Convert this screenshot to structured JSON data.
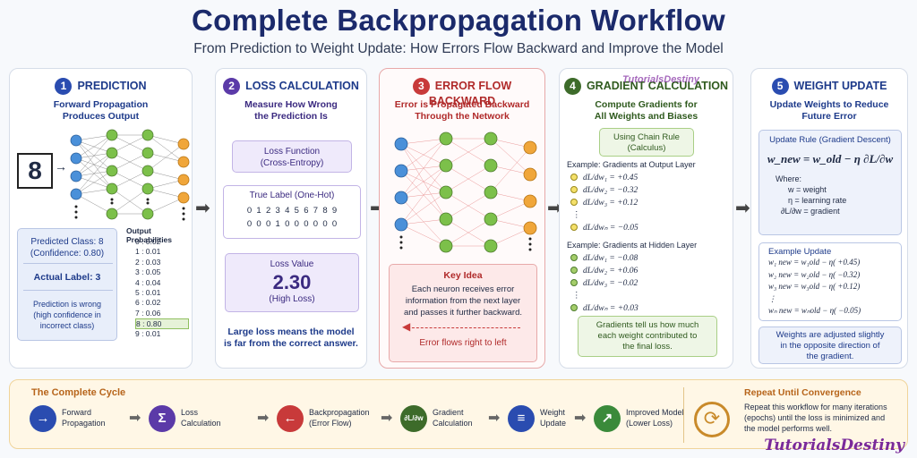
{
  "header": {
    "title": "Complete Backpropagation Workflow",
    "subtitle": "From Prediction to Weight Update: How Errors Flow Backward and Improve the Model"
  },
  "card1": {
    "num": "1",
    "title": "PREDICTION",
    "subtitle_line1": "Forward Propagation",
    "subtitle_line2": "Produces Output",
    "input_digit": "8",
    "output_title": "Output Probabilities",
    "outputs": [
      "0 : 0.02",
      "1 : 0.01",
      "2 : 0.03",
      "3 : 0.05",
      "4 : 0.04",
      "5 : 0.01",
      "6 : 0.02",
      "7 : 0.06",
      "8 : 0.80",
      "9 : 0.01"
    ],
    "predicted_line1": "Predicted Class: 8",
    "predicted_line2": "(Confidence: 0.80)",
    "actual": "Actual Label: 3",
    "wrong_line1": "Prediction is wrong",
    "wrong_line2": "(high confidence in",
    "wrong_line3": "incorrect class)"
  },
  "card2": {
    "num": "2",
    "title": "LOSS CALCULATION",
    "subtitle_line1": "Measure How Wrong",
    "subtitle_line2": "the Prediction Is",
    "loss_fn_line1": "Loss Function",
    "loss_fn_line2": "(Cross-Entropy)",
    "true_label_title": "True Label (One-Hot)",
    "digits": "0  1  2  3  4  5  6  7  8  9",
    "onehot": "0  0  0  1  0  0  0  0  0  0",
    "loss_value_title": "Loss Value",
    "loss_value": "2.30",
    "loss_note": "(High Loss)",
    "footer_line1": "Large loss means the model",
    "footer_line2": "is far from the correct answer."
  },
  "card3": {
    "num": "3",
    "title": "ERROR FLOW BACKWARD",
    "subtitle_line1": "Error is Propagated Backward",
    "subtitle_line2": "Through the Network",
    "key_title": "Key Idea",
    "key_line1": "Each neuron receives error",
    "key_line2": "information from the next layer",
    "key_line3": "and passes it further backward.",
    "flow_label": "Error flows right to left"
  },
  "card4": {
    "num": "4",
    "title": "GRADIENT CALCULATION",
    "watermark": "TutorialsDestiny",
    "subtitle_line1": "Compute Gradients for",
    "subtitle_line2": "All Weights and Biases",
    "rule_line1": "Using Chain Rule",
    "rule_line2": "(Calculus)",
    "out_title": "Example: Gradients at Output Layer",
    "out_rows": [
      "dL/dw₁ = +0.45",
      "dL/dw₂ = −0.32",
      "dL/dw₃ = +0.12",
      "⋮",
      "dL/dwₙ = −0.05"
    ],
    "hid_title": "Example: Gradients at Hidden Layer",
    "hid_rows": [
      "dL/dw₁ = −0.08",
      "dL/dw₂ = +0.06",
      "dL/dw₃ = −0.02",
      "⋮",
      "dL/dwₙ = +0.03"
    ],
    "footer_line1": "Gradients tell us how much",
    "footer_line2": "each weight contributed to",
    "footer_line3": "the final loss."
  },
  "card5": {
    "num": "5",
    "title": "WEIGHT UPDATE",
    "subtitle_line1": "Update Weights to Reduce",
    "subtitle_line2": "Future Error",
    "rule_title": "Update Rule (Gradient Descent)",
    "formula": "w_new = w_old − η ∂L/∂w",
    "where": "Where:",
    "w_def": "w  = weight",
    "eta_def": "η  = learning rate",
    "grad_def": "∂L/∂w  = gradient",
    "ex_title": "Example Update",
    "ex_rows": [
      "w₁ new = w₁old − η( +0.45)",
      "w₂ new = w₂old − η( −0.32)",
      "w₃ new = w₃old − η( +0.12)",
      "⋮",
      "wₙ new = wₙold − η( −0.05)"
    ],
    "footer_line1": "Weights are adjusted slightly",
    "footer_line2": "in the opposite direction of",
    "footer_line3": "the gradient."
  },
  "cycle": {
    "title": "The Complete Cycle",
    "steps": [
      {
        "l1": "Forward",
        "l2": "Propagation",
        "glyph": "→",
        "color": "#2a4cb0"
      },
      {
        "l1": "Loss",
        "l2": "Calculation",
        "glyph": "Σ",
        "color": "#5b3aa8"
      },
      {
        "l1": "Backpropagation",
        "l2": "(Error Flow)",
        "glyph": "←",
        "color": "#c83a3a"
      },
      {
        "l1": "Gradient",
        "l2": "Calculation",
        "glyph": "∂L/∂w",
        "color": "#3d6b2a"
      },
      {
        "l1": "Weight",
        "l2": "Update",
        "glyph": "≡",
        "color": "#2a4cb0"
      },
      {
        "l1": "Improved Model",
        "l2": "(Lower Loss)",
        "glyph": "↗",
        "color": "#3a8a3a"
      }
    ],
    "repeat_title": "Repeat Until Convergence",
    "repeat_line1": "Repeat this workflow for many iterations",
    "repeat_line2": "(epochs) until the loss is minimized and",
    "repeat_line3": "the model performs well."
  },
  "brand": "TutorialsDestiny",
  "colors": {
    "navy": "#1b2a6b",
    "blue": "#2a4cb0",
    "purple": "#5b3aa8",
    "red": "#c83a3a",
    "green": "#3d6b2a",
    "neuron_blue": "#4a90d9",
    "neuron_green": "#7cc04a",
    "neuron_orange": "#f0a63a"
  }
}
